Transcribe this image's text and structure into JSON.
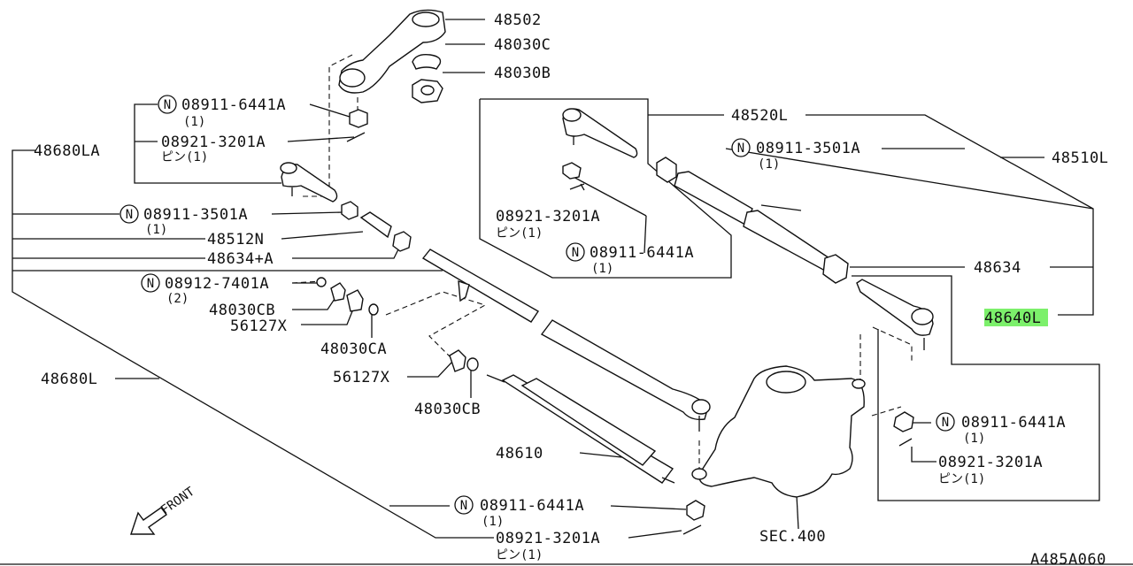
{
  "labels": {
    "p48502": "48502",
    "p48030C": "48030C",
    "p48030B": "48030B",
    "p48520L": "48520L",
    "p48510L": "48510L",
    "p08911_6441A_top": "08911-6441A",
    "qty1_a": "(1)",
    "p08921_3201A_top": "08921-3201A",
    "pin1_a": "ピン(1)",
    "p48680LA": "48680LA",
    "p08911_3501A_left": "08911-3501A",
    "qty1_b": "(1)",
    "p48512N": "48512N",
    "p48634A": "48634+A",
    "p08912_7401A": "08912-7401A",
    "qty2": "(2)",
    "p48030CB_a": "48030CB",
    "p56127X_a": "56127X",
    "p48030CA": "48030CA",
    "p56127X_b": "56127X",
    "p48030CB_b": "48030CB",
    "p48680L": "48680L",
    "p48610": "48610",
    "p08921_3201A_box": "08921-3201A",
    "pin1_b": "ピン(1)",
    "p08911_6441A_box": "08911-6441A",
    "qty1_c": "(1)",
    "p08911_3501A_right": "08911-3501A",
    "qty1_d": "(1)",
    "p48634": "48634",
    "p48640L": "48640L",
    "p08911_6441A_right": "08911-6441A",
    "qty1_e": "(1)",
    "p08921_3201A_right": "08921-3201A",
    "pin1_c": "ピン(1)",
    "p08911_6441A_bottom": "08911-6441A",
    "qty1_f": "(1)",
    "p08921_3201A_bottom": "08921-3201A",
    "pin1_d": "ピン(1)",
    "sec400": "SEC.400",
    "front": "FRONT",
    "ref": "A485A060"
  },
  "callouts": {
    "n_symbol": "N"
  },
  "colors": {
    "ink": "#111111",
    "highlight": "#7cf06b",
    "background": "#ffffff"
  },
  "icons": {
    "front_arrow": "arrow-down-left-icon"
  }
}
